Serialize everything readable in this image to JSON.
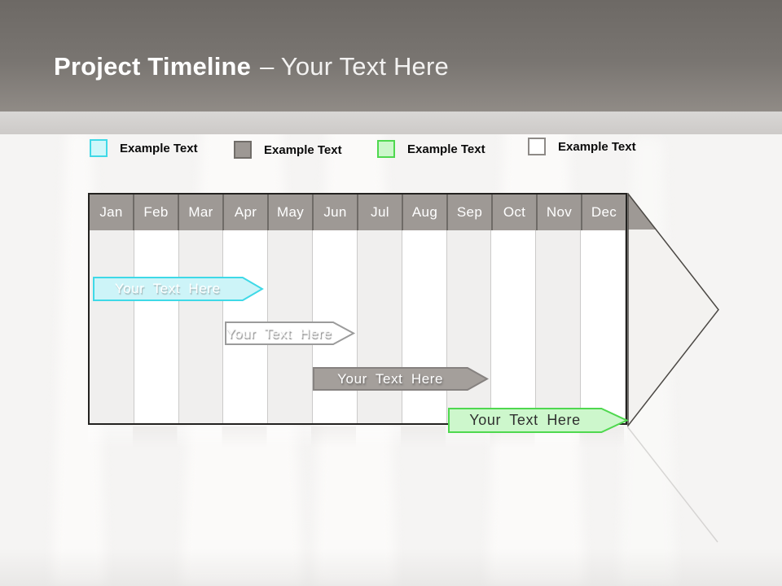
{
  "slide": {
    "title": {
      "bold": "Project Timeline",
      "regular": "– Your Text Here"
    }
  },
  "legend": {
    "items": [
      {
        "kind": "cyan",
        "label": "Example Text",
        "fill": "#cff7fa",
        "border": "#3fd9e7"
      },
      {
        "kind": "gray",
        "label": "Example Text",
        "fill": "#9d9894",
        "border": "#716d69"
      },
      {
        "kind": "green",
        "label": "Example Text",
        "fill": "#ccf7cb",
        "border": "#4fd84f"
      },
      {
        "kind": "white",
        "label": "Example Text",
        "fill": "#ffffff",
        "border": "#8e8a87"
      }
    ]
  },
  "timeline": {
    "months": [
      "Jan",
      "Feb",
      "Mar",
      "Apr",
      "May",
      "Jun",
      "Jul",
      "Aug",
      "Sep",
      "Oct",
      "Nov",
      "Dec"
    ],
    "colors": {
      "header_fill": "#9e9995",
      "header_text": "#ffffff",
      "col_odd": "#f0efee",
      "col_even": "#ffffff",
      "table_border": "#232220",
      "arrow_fill": "#f3f2f0",
      "arrow_outline": "#4b4844"
    },
    "bars": [
      {
        "kind": "cyan",
        "label": "Your Text Here",
        "fill": "#cdf4f8",
        "border": "#3fd9e7",
        "text_color": "#ffffff",
        "start_month": 0.07,
        "end_month": 3.88,
        "row": 0
      },
      {
        "kind": "outline",
        "label": "Your Text Here",
        "fill": "#ffffff",
        "border": "#9b9b9b",
        "text_color": "#fbfbfb",
        "start_month": 3.03,
        "end_month": 5.93,
        "row": 1
      },
      {
        "kind": "gray",
        "label": "Your Text Here",
        "fill": "#a49f9b",
        "border": "#868280",
        "text_color": "#ffffff",
        "start_month": 5.0,
        "end_month": 8.92,
        "row": 2
      },
      {
        "kind": "green",
        "label": "Your Text Here",
        "fill": "#cdf7cc",
        "border": "#4fd84f",
        "text_color": "#2f2f2f",
        "start_month": 8.03,
        "end_month": 12.05,
        "row": 3
      }
    ]
  }
}
